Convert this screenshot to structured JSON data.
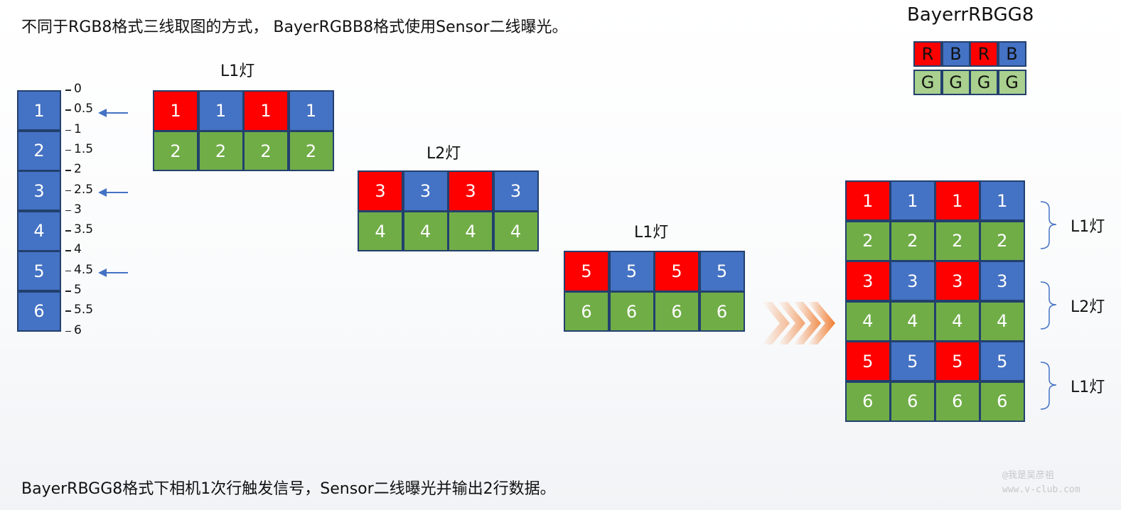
{
  "title": "不同于RGB8格式三线取图的方式， BayerRGBB8格式使用Sensor二线曝光。",
  "footer": "BayerRBGG8格式下相机1次行触发信号，Sensor二线曝光并输出2行数据。",
  "legend": {
    "title": "BayerrRBGG8",
    "top_row": [
      "R",
      "B",
      "R",
      "B"
    ],
    "bottom_row": [
      "G",
      "G",
      "G",
      "G"
    ]
  },
  "column": {
    "values": [
      "1",
      "2",
      "3",
      "4",
      "5",
      "6"
    ]
  },
  "scale": {
    "labels": [
      "0",
      "0.5",
      "1",
      "1.5",
      "2",
      "2.5",
      "3",
      "3.5",
      "4",
      "4.5",
      "5",
      "5.5",
      "6"
    ]
  },
  "groups": [
    {
      "label": "L1灯",
      "top": "1",
      "bottom": "2"
    },
    {
      "label": "L2灯",
      "top": "3",
      "bottom": "4"
    },
    {
      "label": "L1灯",
      "top": "5",
      "bottom": "6"
    }
  ],
  "result": {
    "labels": [
      "L1灯",
      "L2灯",
      "L1灯"
    ],
    "rows": [
      "1",
      "2",
      "3",
      "4",
      "5",
      "6"
    ]
  },
  "watermark": {
    "line1": "@我是吴彦祖",
    "line2": "www.v-club.com"
  },
  "colors": {
    "red": "#ff0000",
    "blue": "#4472c4",
    "green": "#70ad47",
    "arrow": "#f07c30"
  }
}
